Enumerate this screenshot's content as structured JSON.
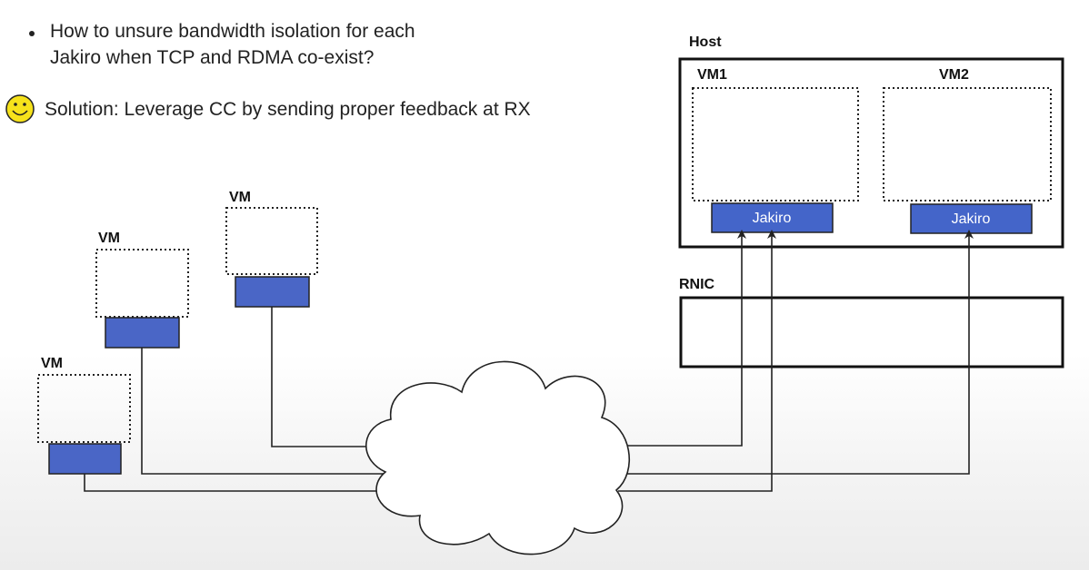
{
  "question_lines": [
    "How to unsure bandwidth isolation for each",
    "Jakiro when TCP and RDMA co-exist?"
  ],
  "solution_text": "Solution: Leverage CC by sending proper feedback at RX",
  "host": {
    "label": "Host",
    "vm1_label": "VM1",
    "vm2_label": "VM2",
    "jakiro1_label": "Jakiro",
    "jakiro2_label": "Jakiro"
  },
  "rnic_label": "RNIC",
  "remote_vms": {
    "vm_a_label": "VM",
    "vm_b_label": "VM",
    "vm_c_label": "VM"
  },
  "colors": {
    "jakiro_fill": "#4465c9",
    "nic_fill": "#4a66c6",
    "smiley_fill": "#f6e21b",
    "line": "#222222"
  },
  "icons": {
    "bullet": "bullet-dot",
    "smiley": "smiley-face"
  }
}
